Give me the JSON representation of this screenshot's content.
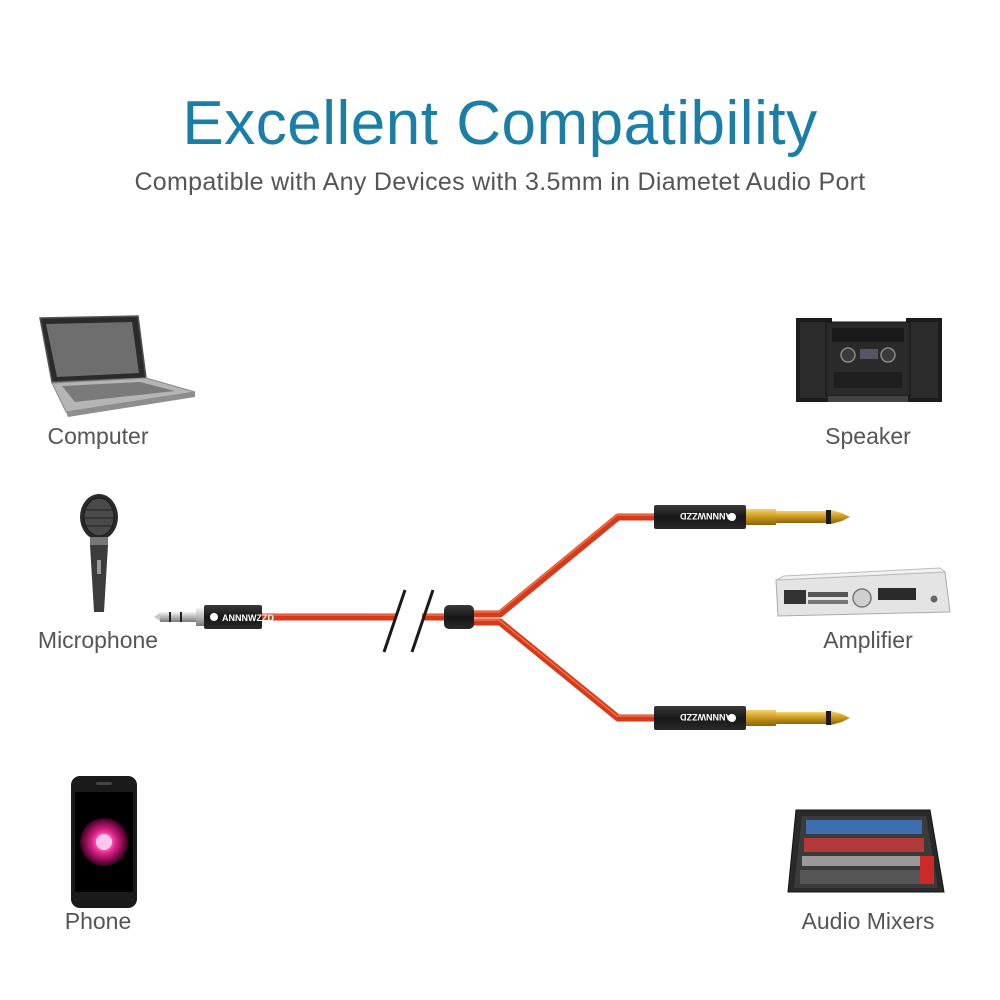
{
  "header": {
    "title": "Excellent Compatibility",
    "subtitle": "Compatible with Any Devices with 3.5mm in Diametet Audio Port"
  },
  "devices": {
    "computer": "Computer",
    "microphone": "Microphone",
    "phone": "Phone",
    "speaker": "Speaker",
    "amplifier": "Amplifier",
    "audio_mixers": "Audio Mixers"
  },
  "cable": {
    "brand": "ANNNWZZD",
    "colors": {
      "cable": "#d63a1c",
      "plug_body": "#1e1e1e",
      "gold": "#d4a017",
      "title": "#1a7ea6"
    }
  },
  "icons": [
    "laptop-icon",
    "microphone-icon",
    "phone-icon",
    "speaker-icon",
    "amplifier-icon",
    "audio-mixer-icon"
  ]
}
